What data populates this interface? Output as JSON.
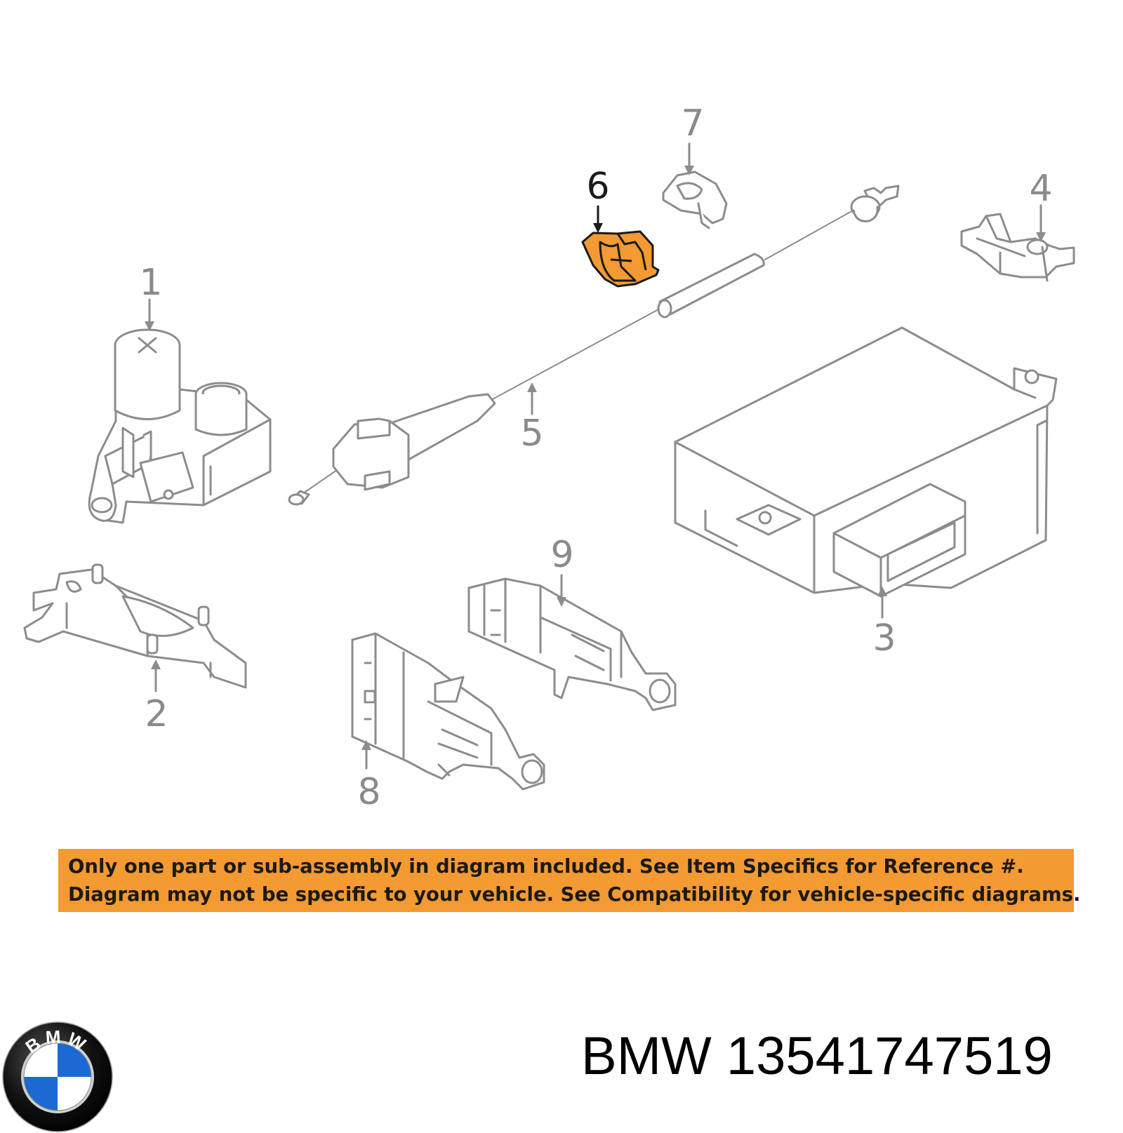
{
  "diagram": {
    "callouts": [
      {
        "id": "1",
        "label": "1"
      },
      {
        "id": "2",
        "label": "2"
      },
      {
        "id": "3",
        "label": "3"
      },
      {
        "id": "4",
        "label": "4"
      },
      {
        "id": "5",
        "label": "5"
      },
      {
        "id": "6",
        "label": "6"
      },
      {
        "id": "7",
        "label": "7"
      },
      {
        "id": "8",
        "label": "8"
      },
      {
        "id": "9",
        "label": "9"
      }
    ],
    "highlighted_part": "6",
    "colors": {
      "line_art": "#8c8c8c",
      "highlight_fill": "#f39a32",
      "highlight_stroke": "#1a1a1a",
      "callout_highlight": "#1a1a1a"
    }
  },
  "disclaimer": {
    "line1": "Only one part or sub-assembly in diagram included. See Item Specifics for Reference #.",
    "line2": "Diagram may not be specific to your vehicle. See Compatibility for vehicle-specific diagrams.",
    "background": "#f39a32"
  },
  "brand": {
    "logo_letters": "BMW",
    "logo_colors": {
      "ring": "#111111",
      "blue": "#1c69d4",
      "white": "#ffffff"
    }
  },
  "part_label": "BMW 13541747519"
}
